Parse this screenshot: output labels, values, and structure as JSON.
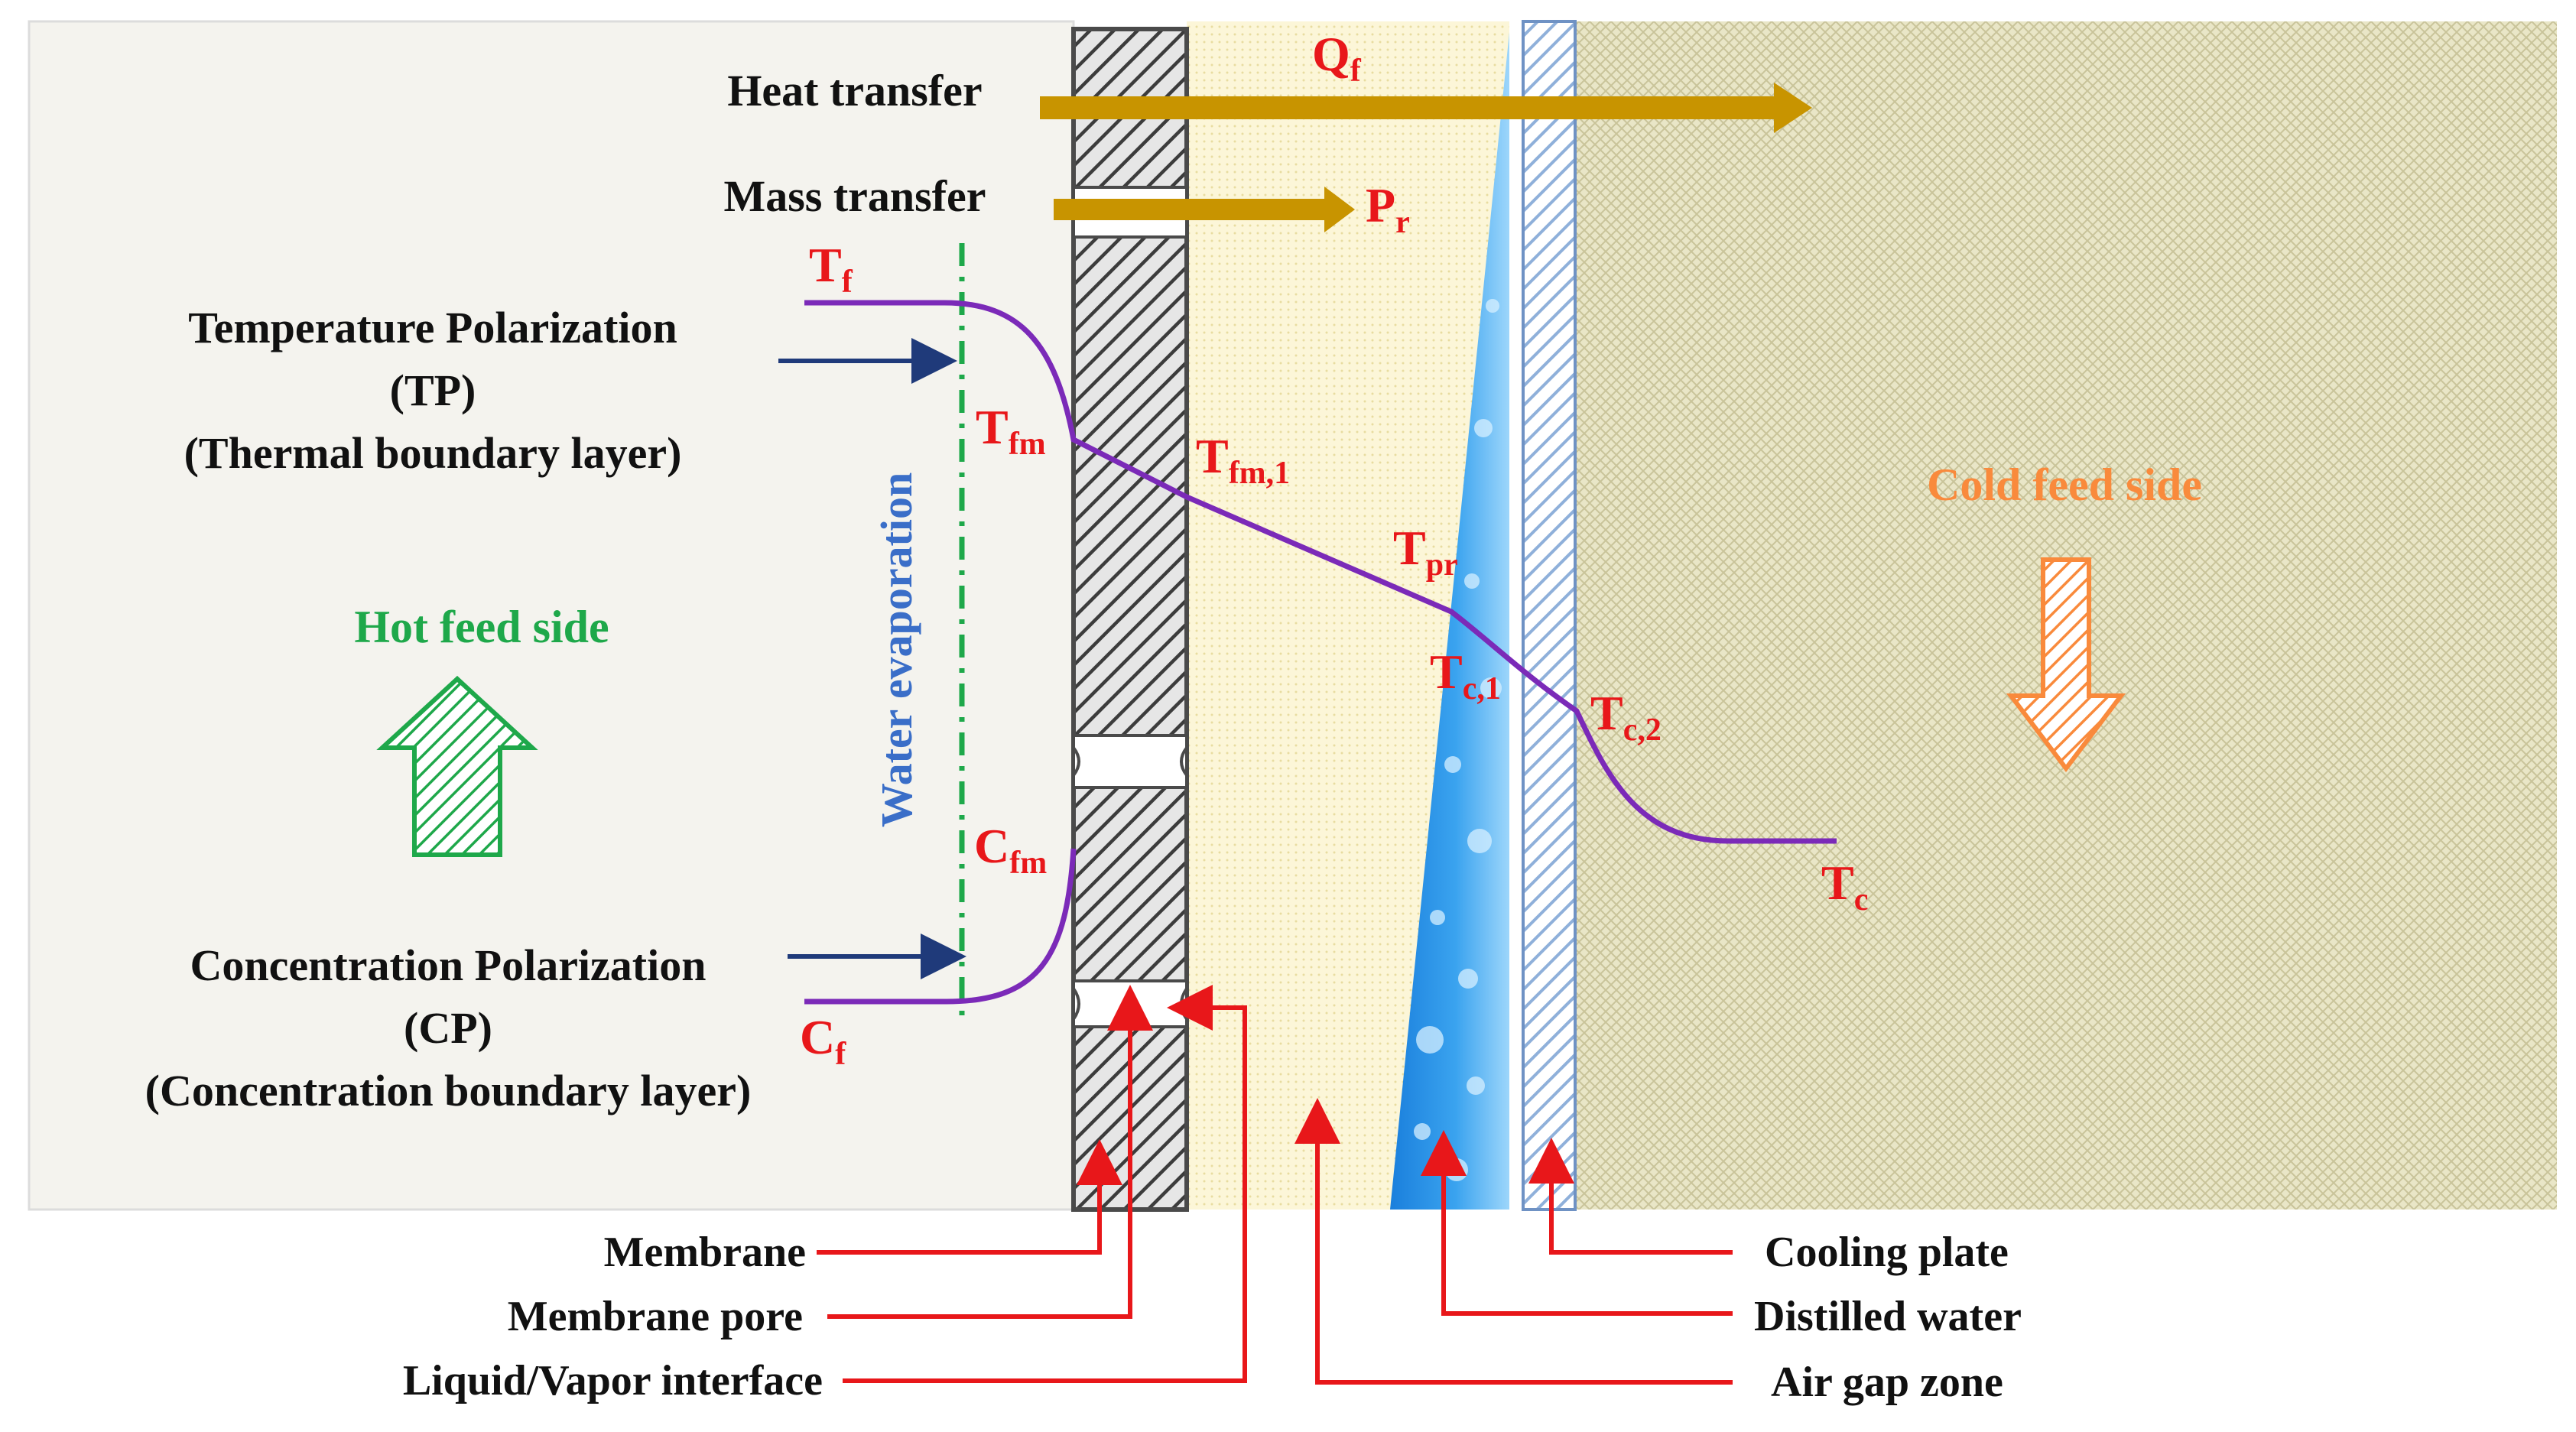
{
  "colors": {
    "red": "#e8171a",
    "purple": "#7b2ab8",
    "navy": "#1f3a7a",
    "gold": "#c89400",
    "green": "#1ea84a",
    "orange": "#f98a3c",
    "blue": "#3a6ec8",
    "black": "#111111"
  },
  "arrows": {
    "heat_label": "Heat transfer",
    "mass_label": "Mass transfer",
    "heat_flux": "Q",
    "heat_flux_sub": "f",
    "permeate_flux": "P",
    "permeate_flux_sub": "r"
  },
  "temperatures": {
    "tf": "T",
    "tf_sub": "f",
    "tfm": "T",
    "tfm_sub": "fm",
    "tfm1": "T",
    "tfm1_sub": "fm,1",
    "tpr": "T",
    "tpr_sub": "pr",
    "tc1": "T",
    "tc1_sub": "c,1",
    "tc2": "T",
    "tc2_sub": "c,2",
    "tc": "T",
    "tc_sub": "c"
  },
  "concentrations": {
    "cfm": "C",
    "cfm_sub": "fm",
    "cf": "C",
    "cf_sub": "f"
  },
  "polarization": {
    "tp_line1": "Temperature Polarization",
    "tp_line2": "(TP)",
    "tp_line3": "(Thermal boundary layer)",
    "cp_line1": "Concentration Polarization",
    "cp_line2": "(CP)",
    "cp_line3": "(Concentration boundary layer)"
  },
  "sides": {
    "hot": "Hot feed side",
    "cold": "Cold feed side",
    "evaporation": "Water evaporation"
  },
  "components": {
    "membrane": "Membrane",
    "membrane_pore": "Membrane pore",
    "interface": "Liquid/Vapor interface",
    "cooling_plate": "Cooling plate",
    "distilled_water": "Distilled water",
    "air_gap": "Air gap zone"
  }
}
